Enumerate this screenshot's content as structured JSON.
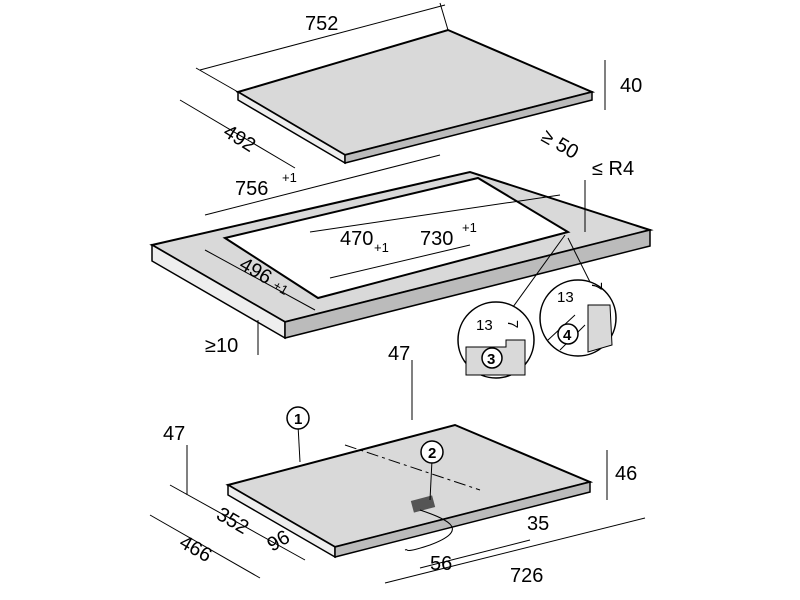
{
  "colors": {
    "surface": "#d9d9d9",
    "line": "#000000"
  },
  "top_hob": {
    "width": "752",
    "depth": "492",
    "height": "40",
    "clearance_back": "≥ 50"
  },
  "cutout": {
    "width": "756",
    "width_tol": "+1",
    "inner_width": "730",
    "inner_width_tol": "+1",
    "inner_depth": "470",
    "inner_depth_tol": "+1",
    "depth": "496",
    "depth_tol": "+1",
    "radius": "≤ R4",
    "front_clearance": "≥10"
  },
  "details": [
    {
      "callout": "3",
      "width": "13",
      "height": "7"
    },
    {
      "callout": "4",
      "width": "13",
      "height": "7"
    }
  ],
  "bottom_hob": {
    "callouts": [
      "1",
      "2"
    ],
    "left_height": "47",
    "rear_height": "47",
    "right_height": "46",
    "dim_352": "352",
    "dim_466": "466",
    "dim_96": "96",
    "dim_35": "35",
    "dim_56": "56",
    "dim_726": "726"
  }
}
